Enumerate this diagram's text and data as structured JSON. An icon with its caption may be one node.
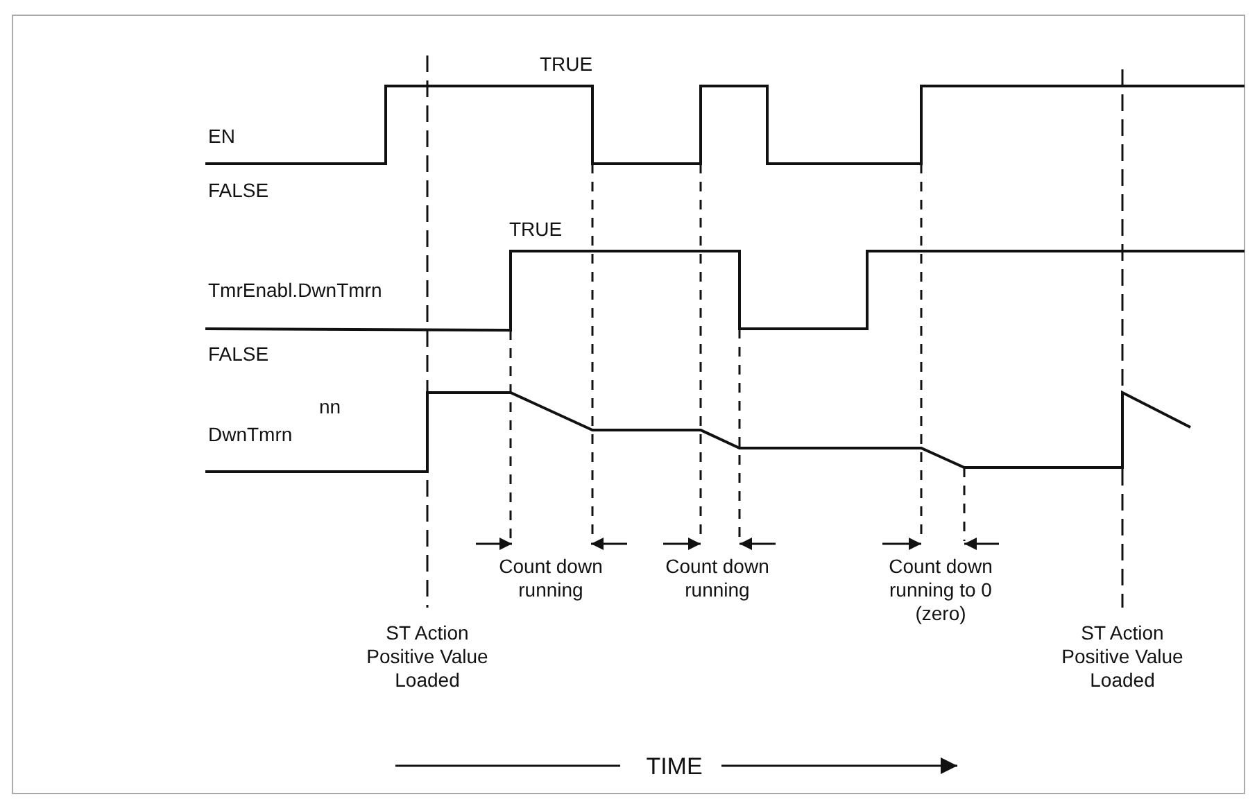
{
  "diagram": {
    "labels": [
      "TRUE",
      "EN",
      "FALSE",
      "TRUE",
      "TmrEnabl.DwnTmrn",
      "FALSE",
      "nn",
      "DwnTmrn",
      "Count down running",
      "Count down running",
      "Count down running to 0 (zero)",
      "ST Action Positive Value Loaded",
      "ST Action Positive Value Loaded",
      "TIME"
    ]
  }
}
